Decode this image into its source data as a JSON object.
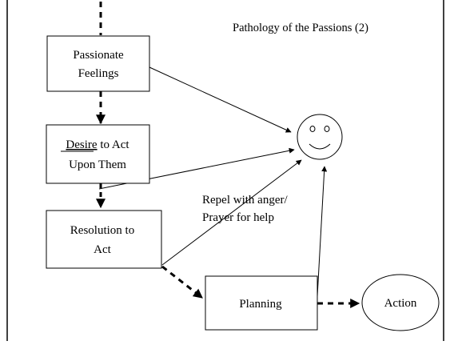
{
  "title": "Pathology of the Passions (2)",
  "nodes": {
    "passionate_feelings": {
      "line1": "Passionate",
      "line2": "Feelings"
    },
    "desire": {
      "line1_underlined": "Desire",
      "line1_rest": " to Act",
      "line2": "Upon Them"
    },
    "resolution": {
      "line1": "Resolution to",
      "line2": "Act"
    },
    "planning": {
      "label": "Planning"
    },
    "action": {
      "label": "Action"
    },
    "smiley": {
      "icon": "smiley-face-icon"
    }
  },
  "annotation": {
    "line1": "Repel with anger/",
    "line2": "Prayer for help"
  },
  "colors": {
    "stroke": "#000000",
    "background": "#ffffff"
  }
}
